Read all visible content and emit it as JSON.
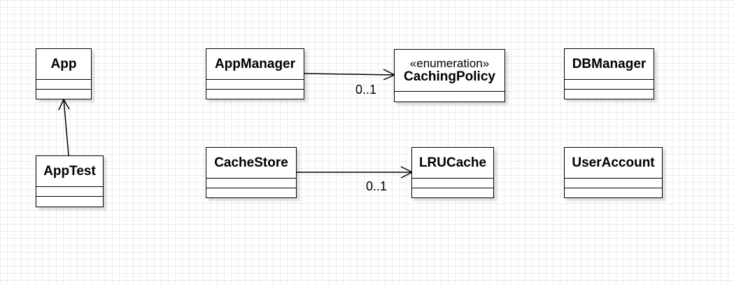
{
  "diagram": {
    "classes": [
      {
        "id": "app",
        "name": "App"
      },
      {
        "id": "apptest",
        "name": "AppTest"
      },
      {
        "id": "appmanager",
        "name": "AppManager"
      },
      {
        "id": "cachingpolicy",
        "name": "CachingPolicy",
        "stereotype": "«enumeration»"
      },
      {
        "id": "dbmanager",
        "name": "DBManager"
      },
      {
        "id": "cachestore",
        "name": "CacheStore"
      },
      {
        "id": "lrucache",
        "name": "LRUCache"
      },
      {
        "id": "useraccount",
        "name": "UserAccount"
      }
    ],
    "associations": [
      {
        "from": "AppTest",
        "to": "App",
        "multiplicity": ""
      },
      {
        "from": "AppManager",
        "to": "CachingPolicy",
        "multiplicity": "0..1"
      },
      {
        "from": "CacheStore",
        "to": "LRUCache",
        "multiplicity": "0..1"
      }
    ]
  }
}
